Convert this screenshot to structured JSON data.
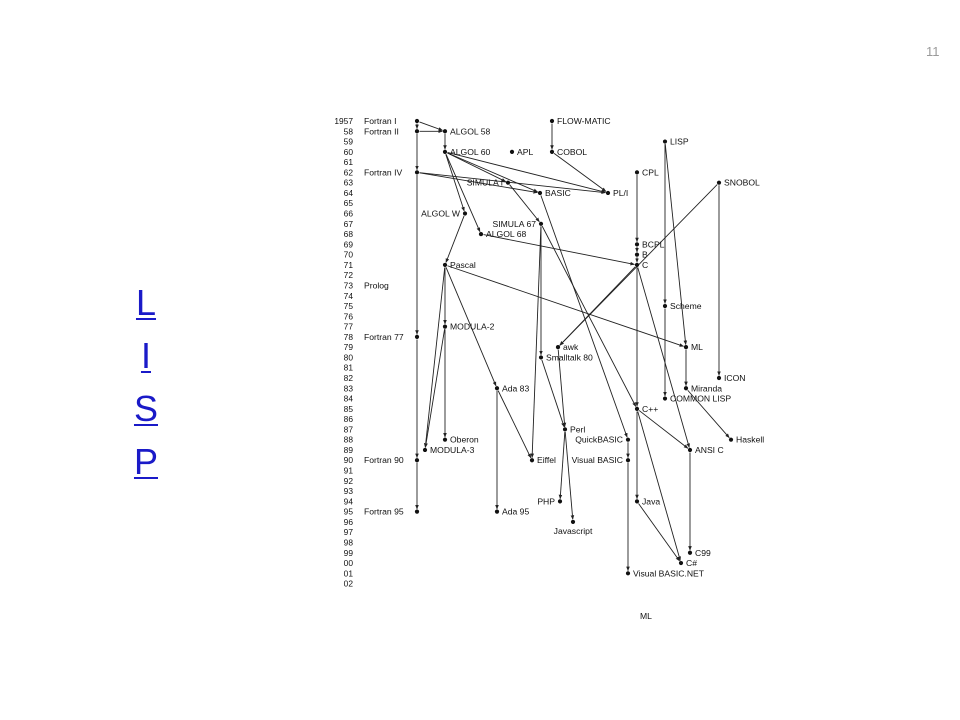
{
  "slide": {
    "number": "11"
  },
  "sidebar": {
    "letters": [
      "L",
      "I",
      "S",
      "P"
    ]
  },
  "timeline": {
    "years": [
      "1957",
      "58",
      "59",
      "60",
      "61",
      "62",
      "63",
      "64",
      "65",
      "66",
      "67",
      "68",
      "69",
      "70",
      "71",
      "72",
      "73",
      "74",
      "75",
      "76",
      "77",
      "78",
      "79",
      "80",
      "81",
      "82",
      "83",
      "84",
      "85",
      "86",
      "87",
      "88",
      "89",
      "90",
      "91",
      "92",
      "93",
      "94",
      "95",
      "96",
      "97",
      "98",
      "99",
      "00",
      "01",
      "02"
    ]
  },
  "side_labels": [
    {
      "id": "fortran1",
      "text": "Fortran I",
      "year": 0
    },
    {
      "id": "fortran2",
      "text": "Fortran II",
      "year": 1
    },
    {
      "id": "fortran4",
      "text": "Fortran IV",
      "year": 5
    },
    {
      "id": "prolog",
      "text": "Prolog",
      "year": 16
    },
    {
      "id": "fortran77",
      "text": "Fortran 77",
      "year": 21
    },
    {
      "id": "fortran90",
      "text": "Fortran 90",
      "year": 33
    },
    {
      "id": "fortran95",
      "text": "Fortran 95",
      "year": 38
    }
  ],
  "languages": [
    {
      "id": "fortran",
      "label": "",
      "col": 417,
      "year": 0
    },
    {
      "id": "fortran2n",
      "label": "",
      "col": 417,
      "year": 1
    },
    {
      "id": "fortran4n",
      "label": "",
      "col": 417,
      "year": 5
    },
    {
      "id": "fortran77n",
      "label": "",
      "col": 417,
      "year": 21
    },
    {
      "id": "fortran90n",
      "label": "",
      "col": 417,
      "year": 33
    },
    {
      "id": "fortran95n",
      "label": "",
      "col": 417,
      "year": 38
    },
    {
      "id": "algol58",
      "label": "ALGOL 58",
      "col": 445,
      "year": 1
    },
    {
      "id": "algol60",
      "label": "ALGOL 60",
      "col": 445,
      "year": 3
    },
    {
      "id": "apl",
      "label": "APL",
      "col": 512,
      "year": 3
    },
    {
      "id": "flowmatic",
      "label": "FLOW-MATIC",
      "col": 552,
      "year": 0
    },
    {
      "id": "cobol",
      "label": "COBOL",
      "col": 552,
      "year": 3
    },
    {
      "id": "lisp",
      "label": "LISP",
      "col": 665,
      "year": 2
    },
    {
      "id": "cpl",
      "label": "CPL",
      "col": 637,
      "year": 5
    },
    {
      "id": "snobol",
      "label": "SNOBOL",
      "col": 719,
      "year": 6
    },
    {
      "id": "simula1",
      "label": "SIMULA I",
      "col": 508,
      "year": 6,
      "label_side": "left"
    },
    {
      "id": "basic",
      "label": "BASIC",
      "col": 540,
      "year": 7
    },
    {
      "id": "pli",
      "label": "PL/I",
      "col": 608,
      "year": 7
    },
    {
      "id": "algolw",
      "label": "ALGOL W",
      "col": 465,
      "year": 9,
      "label_side": "left"
    },
    {
      "id": "simula67",
      "label": "SIMULA 67",
      "col": 541,
      "year": 10,
      "label_side": "left"
    },
    {
      "id": "algol68",
      "label": "ALGOL 68",
      "col": 481,
      "year": 11
    },
    {
      "id": "bcpl",
      "label": "BCPL",
      "col": 637,
      "year": 12
    },
    {
      "id": "b",
      "label": "B",
      "col": 637,
      "year": 13
    },
    {
      "id": "c",
      "label": "C",
      "col": 637,
      "year": 14
    },
    {
      "id": "pascal",
      "label": "Pascal",
      "col": 445,
      "year": 14
    },
    {
      "id": "scheme",
      "label": "Scheme",
      "col": 665,
      "year": 18
    },
    {
      "id": "modula2",
      "label": "MODULA-2",
      "col": 445,
      "year": 20
    },
    {
      "id": "ml",
      "label": "ML",
      "col": 686,
      "year": 22
    },
    {
      "id": "awk",
      "label": "awk",
      "col": 558,
      "year": 22
    },
    {
      "id": "smalltalk80",
      "label": "Smalltalk 80",
      "col": 541,
      "year": 23
    },
    {
      "id": "icon",
      "label": "ICON",
      "col": 719,
      "year": 25
    },
    {
      "id": "ada83",
      "label": "Ada 83",
      "col": 497,
      "year": 26
    },
    {
      "id": "miranda",
      "label": "Miranda",
      "col": 686,
      "year": 26
    },
    {
      "id": "commonlisp",
      "label": "COMMON LISP",
      "col": 665,
      "year": 27
    },
    {
      "id": "cpp",
      "label": "C++",
      "col": 637,
      "year": 28
    },
    {
      "id": "perl",
      "label": "Perl",
      "col": 565,
      "year": 30
    },
    {
      "id": "oberon",
      "label": "Oberon",
      "col": 445,
      "year": 31
    },
    {
      "id": "quickbasic",
      "label": "QuickBASIC",
      "col": 628,
      "year": 31,
      "label_side": "left"
    },
    {
      "id": "haskell",
      "label": "Haskell",
      "col": 731,
      "year": 31
    },
    {
      "id": "modula3",
      "label": "MODULA-3",
      "col": 425,
      "year": 32
    },
    {
      "id": "ansic",
      "label": "ANSI C",
      "col": 690,
      "year": 32
    },
    {
      "id": "eiffel",
      "label": "Eiffel",
      "col": 532,
      "year": 33
    },
    {
      "id": "visualbasic",
      "label": "Visual BASIC",
      "col": 628,
      "year": 33,
      "label_side": "left"
    },
    {
      "id": "php",
      "label": "PHP",
      "col": 560,
      "year": 37,
      "label_side": "left"
    },
    {
      "id": "java",
      "label": "Java",
      "col": 637,
      "year": 37
    },
    {
      "id": "ada95",
      "label": "Ada 95",
      "col": 497,
      "year": 38
    },
    {
      "id": "javascript",
      "label": "Javascript",
      "col": 573,
      "year": 39,
      "label_side": "below"
    },
    {
      "id": "c99",
      "label": "C99",
      "col": 690,
      "year": 42
    },
    {
      "id": "csharp",
      "label": "C#",
      "col": 681,
      "year": 43
    },
    {
      "id": "vbnet",
      "label": "Visual BASIC.NET",
      "col": 628,
      "year": 44
    }
  ],
  "edges": [
    [
      "fortran",
      "fortran2n"
    ],
    [
      "fortran",
      "algol58"
    ],
    [
      "fortran2n",
      "fortran4n"
    ],
    [
      "fortran4n",
      "fortran77n"
    ],
    [
      "fortran77n",
      "fortran90n"
    ],
    [
      "fortran90n",
      "fortran95n"
    ],
    [
      "fortran2n",
      "algol58"
    ],
    [
      "algol58",
      "algol60"
    ],
    [
      "flowmatic",
      "cobol"
    ],
    [
      "algol60",
      "simula1"
    ],
    [
      "algol60",
      "algolw"
    ],
    [
      "algol60",
      "algol68"
    ],
    [
      "algol60",
      "pli"
    ],
    [
      "fortran4n",
      "basic"
    ],
    [
      "fortran4n",
      "pli"
    ],
    [
      "cobol",
      "pli"
    ],
    [
      "algol60",
      "basic"
    ],
    [
      "simula1",
      "simula67"
    ],
    [
      "algolw",
      "pascal"
    ],
    [
      "algol68",
      "c"
    ],
    [
      "cpl",
      "bcpl"
    ],
    [
      "bcpl",
      "b"
    ],
    [
      "b",
      "c"
    ],
    [
      "pascal",
      "modula2"
    ],
    [
      "pascal",
      "ada83"
    ],
    [
      "pascal",
      "ml"
    ],
    [
      "lisp",
      "scheme"
    ],
    [
      "lisp",
      "ml"
    ],
    [
      "c",
      "awk"
    ],
    [
      "snobol",
      "awk"
    ],
    [
      "simula67",
      "smalltalk80"
    ],
    [
      "simula67",
      "eiffel"
    ],
    [
      "snobol",
      "icon"
    ],
    [
      "ml",
      "miranda"
    ],
    [
      "scheme",
      "commonlisp"
    ],
    [
      "c",
      "cpp"
    ],
    [
      "simula67",
      "cpp"
    ],
    [
      "awk",
      "perl"
    ],
    [
      "modula2",
      "oberon"
    ],
    [
      "modula2",
      "modula3"
    ],
    [
      "basic",
      "quickbasic"
    ],
    [
      "miranda",
      "haskell"
    ],
    [
      "c",
      "ansic"
    ],
    [
      "cpp",
      "ansic"
    ],
    [
      "ada83",
      "eiffel"
    ],
    [
      "quickbasic",
      "visualbasic"
    ],
    [
      "perl",
      "php"
    ],
    [
      "perl",
      "javascript"
    ],
    [
      "cpp",
      "java"
    ],
    [
      "ada83",
      "ada95"
    ],
    [
      "ansic",
      "c99"
    ],
    [
      "java",
      "csharp"
    ],
    [
      "cpp",
      "csharp"
    ],
    [
      "visualbasic",
      "vbnet"
    ],
    [
      "smalltalk80",
      "perl"
    ],
    [
      "pascal",
      "modula3"
    ]
  ],
  "footer_label": "ML"
}
